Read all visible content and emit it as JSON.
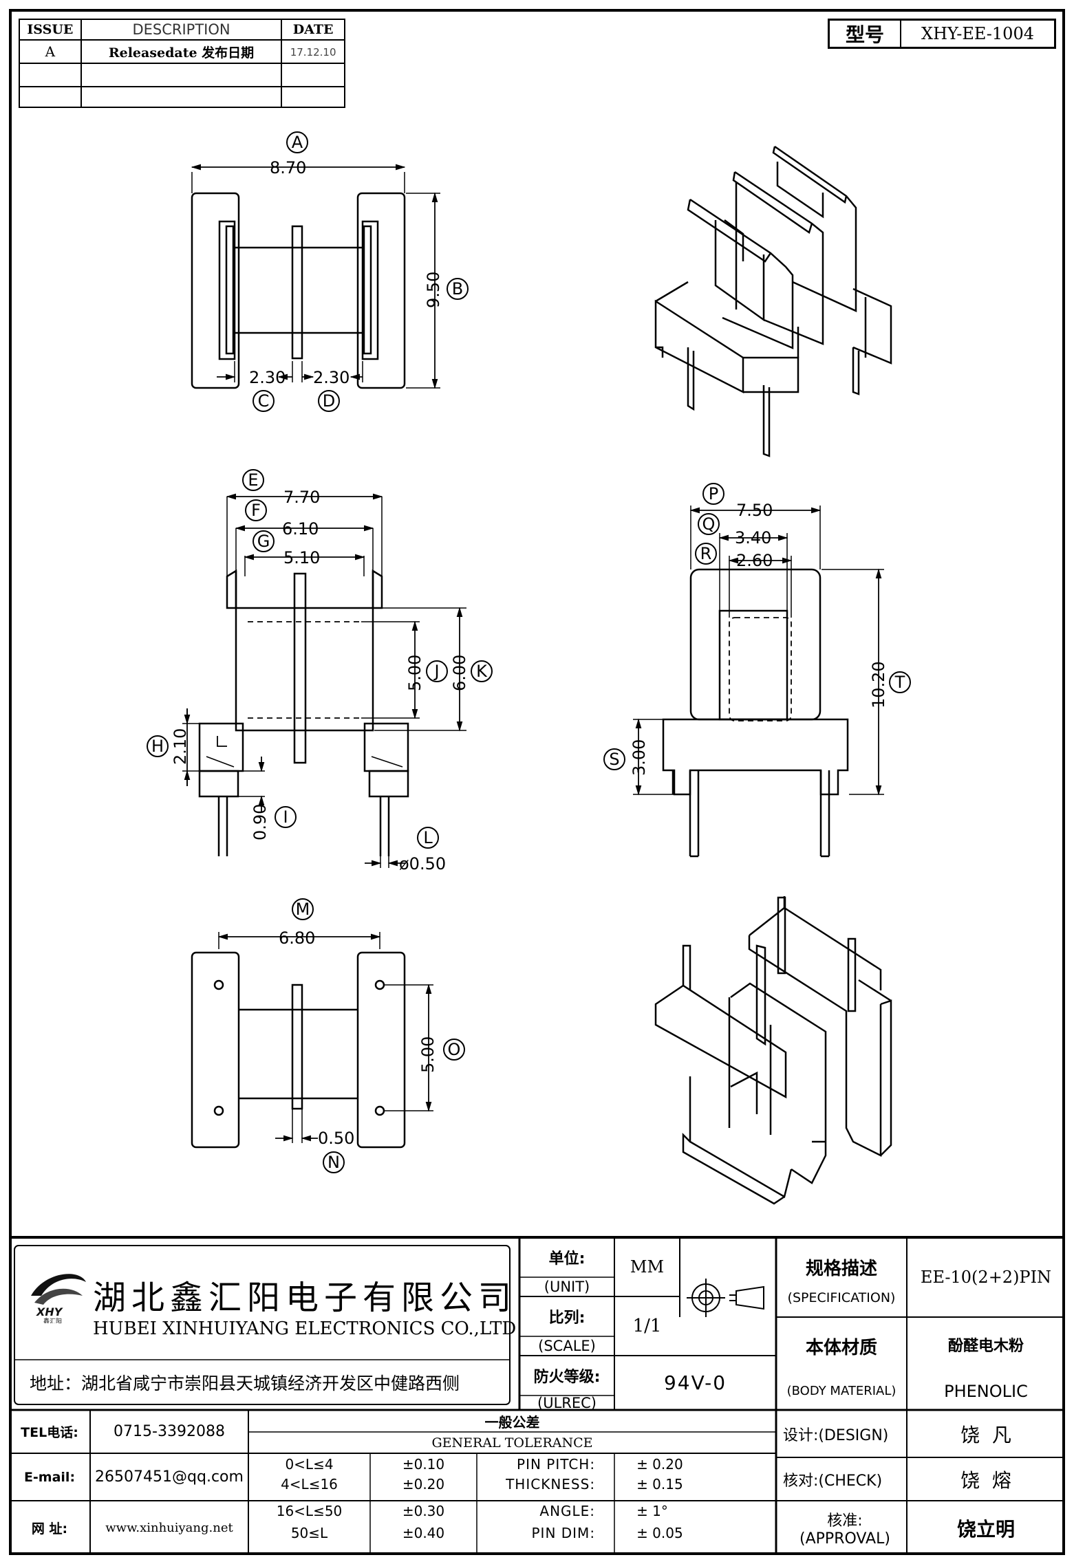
{
  "revision_table": {
    "headers": {
      "issue": "ISSUE",
      "description": "DESCRIPTION",
      "date": "DATE"
    },
    "rows": [
      {
        "issue": "A",
        "description": "Releasedate 发布日期",
        "date": "17.12.10"
      },
      {
        "issue": "",
        "description": "",
        "date": ""
      },
      {
        "issue": "",
        "description": "",
        "date": ""
      }
    ]
  },
  "model": {
    "label": "型号",
    "value": "XHY-EE-1004"
  },
  "dimensions": {
    "A": {
      "letter": "A",
      "value": "8.70"
    },
    "B": {
      "letter": "B",
      "value": "9.50"
    },
    "C": {
      "letter": "C",
      "value": "2.30"
    },
    "D": {
      "letter": "D",
      "value": "2.30"
    },
    "E": {
      "letter": "E",
      "value": "7.70"
    },
    "F": {
      "letter": "F",
      "value": "6.10"
    },
    "G": {
      "letter": "G",
      "value": "5.10"
    },
    "H": {
      "letter": "H",
      "value": "2.10"
    },
    "I": {
      "letter": "I",
      "value": "0.90"
    },
    "J": {
      "letter": "J",
      "value": "5.00"
    },
    "K": {
      "letter": "K",
      "value": "6.00"
    },
    "L": {
      "letter": "L",
      "value": "ø0.50"
    },
    "M": {
      "letter": "M",
      "value": "6.80"
    },
    "N": {
      "letter": "N",
      "value": "0.50"
    },
    "O": {
      "letter": "O",
      "value": "5.00"
    },
    "P": {
      "letter": "P",
      "value": "7.50"
    },
    "Q": {
      "letter": "Q",
      "value": "3.40"
    },
    "R": {
      "letter": "R",
      "value": "2.60"
    },
    "S": {
      "letter": "S",
      "value": "3.00"
    },
    "T": {
      "letter": "T",
      "value": "10.20"
    }
  },
  "company": {
    "logo_text": "XHY",
    "logo_sub": "鑫汇阳",
    "name_cn": "湖北鑫汇阳电子有限公司",
    "name_en": "HUBEI XINHUIYANG ELECTRONICS CO.,LTD",
    "address": "地址：湖北省咸宁市崇阳县天城镇经济开发区中健路西侧"
  },
  "unit": {
    "label_cn": "单位:",
    "label_en": "(UNIT)",
    "value": "MM"
  },
  "scale": {
    "label_cn": "比列:",
    "label_en": "(SCALE)",
    "value": "1/1"
  },
  "ulrec": {
    "label_cn": "防火等级:",
    "label_en": "(ULREC)",
    "value": "94V-0"
  },
  "specification": {
    "label_cn": "规格描述",
    "label_en": "(SPECIFICATION)",
    "value": "EE-10(2+2)PIN"
  },
  "body_material": {
    "label_cn": "本体材质",
    "label_en": "(BODY MATERIAL)",
    "value_cn": "酚醛电木粉",
    "value_en": "PHENOLIC"
  },
  "contact": {
    "tel_label": "TEL电话:",
    "tel": "0715-3392088",
    "email_label": "E-mail:",
    "email": "26507451@qq.com",
    "web_label": "网  址:",
    "web": "www.xinhuiyang.net"
  },
  "tolerance": {
    "title_cn": "一般公差",
    "title_en": "GENERAL TOLERANCE",
    "ranges": [
      {
        "range": "0<L≤4",
        "tol": "±0.10"
      },
      {
        "range": "4<L≤16",
        "tol": "±0.20"
      },
      {
        "range": "16<L≤50",
        "tol": "±0.30"
      },
      {
        "range": "50≤L",
        "tol": "±0.40"
      }
    ],
    "specials": [
      {
        "name": "PIN PITCH:",
        "tol": "± 0.20"
      },
      {
        "name": "THICKNESS:",
        "tol": "± 0.15"
      },
      {
        "name": "ANGLE:",
        "tol": "± 1°"
      },
      {
        "name": "PIN DIM:",
        "tol": "± 0.05"
      }
    ]
  },
  "signoff": {
    "design_label": "设计:(DESIGN)",
    "design": "饶  凡",
    "check_label": "核对:(CHECK)",
    "check": "饶  熔",
    "approval_label": "核准:(APPROVAL)",
    "approval": "饶立明"
  }
}
